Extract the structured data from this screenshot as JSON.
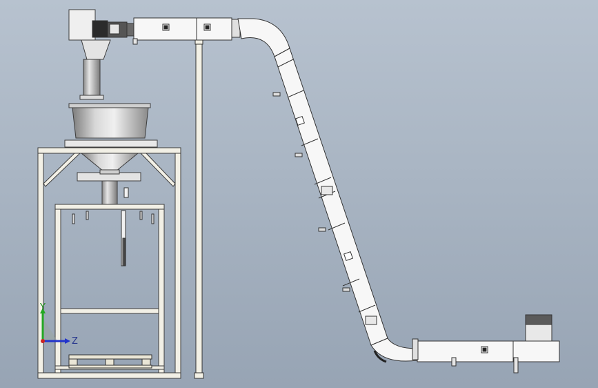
{
  "viewport": {
    "background_top": "#b7c2cf",
    "background_bottom": "#97a4b4"
  },
  "model": {
    "components": [
      "bag-filling-frame",
      "mixing-bowl-hopper",
      "feed-chute",
      "top-drive-head",
      "support-column",
      "z-bucket-elevator",
      "inlet-hopper",
      "pallet"
    ]
  },
  "triad": {
    "y_label": "Y",
    "z_label": "Z",
    "y_color": "#23a823",
    "z_color": "#2233cc",
    "x_color": "#cc2222"
  }
}
